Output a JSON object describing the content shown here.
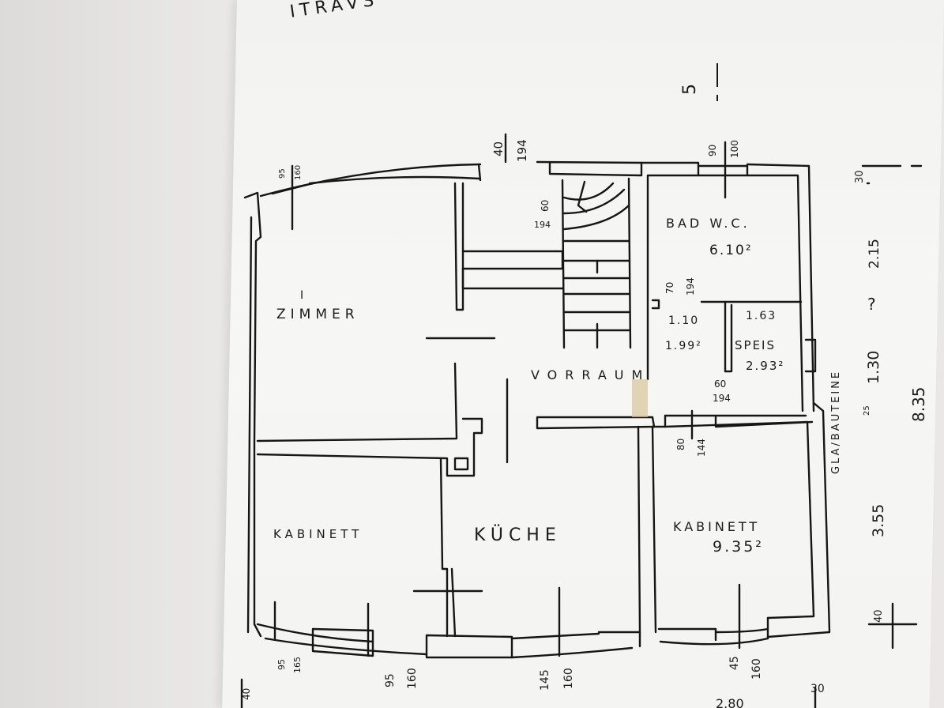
{
  "header_fragment": "ITRAVS",
  "rooms": {
    "zimmer": "ZIMMER",
    "zimmer_mark": "I",
    "bad": "BAD W.C.",
    "bad_area": "6.10²",
    "vorraum": "VORRAUM",
    "kueche": "KÜCHE",
    "kabinett_left": "KABINETT",
    "kabinett_right": "KABINETT",
    "kabinett_right_area": "9.35²",
    "speis": "SPEIS",
    "speis_area": "2.93²",
    "speis_width": "1.63",
    "wc_width": "1.10",
    "wc_area": "1.99²"
  },
  "wall_label": "GLA/BAUTEINE",
  "dimensions": {
    "door_top": [
      "40",
      "194"
    ],
    "win_zimmer": [
      "95",
      "160"
    ],
    "win_bad": [
      "90",
      "100"
    ],
    "stair": [
      "60",
      "194"
    ],
    "wc_door": [
      "70",
      "194"
    ],
    "speis_door": [
      "60",
      "194"
    ],
    "kab_door": [
      "80",
      "144"
    ],
    "win_bottom_1": [
      "95",
      "165"
    ],
    "win_bottom_2": [
      "95",
      "160"
    ],
    "win_bottom_3": [
      "145",
      "160"
    ],
    "win_bottom_4": [
      "45",
      "160"
    ],
    "right_col": [
      "30",
      "2.15",
      "1.30",
      "3.55",
      "40",
      "8.35",
      "25"
    ],
    "bottom_partial": [
      "40",
      "30",
      "2.80"
    ]
  },
  "marks": {
    "top_right_glyph": "5",
    "question": "?"
  }
}
